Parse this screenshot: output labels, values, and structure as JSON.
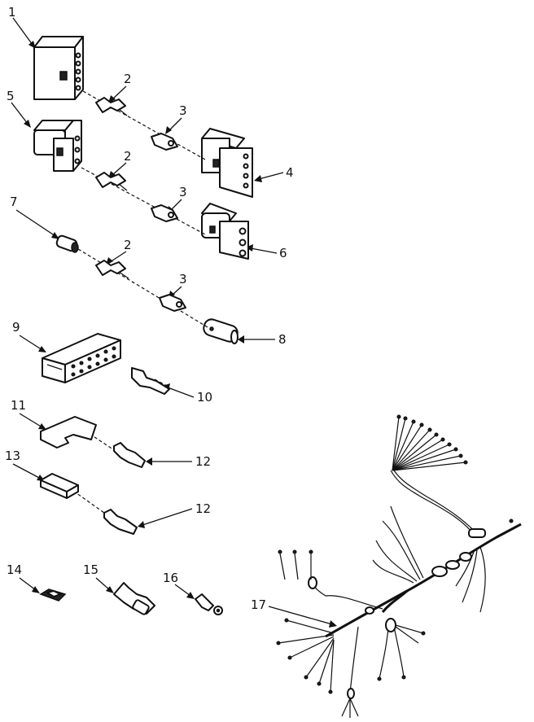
{
  "diagram": {
    "callouts": [
      {
        "id": "c1",
        "text": "1"
      },
      {
        "id": "c2a",
        "text": "2"
      },
      {
        "id": "c3a",
        "text": "3"
      },
      {
        "id": "c5",
        "text": "5"
      },
      {
        "id": "c2b",
        "text": "2"
      },
      {
        "id": "c4",
        "text": "4"
      },
      {
        "id": "c3b",
        "text": "3"
      },
      {
        "id": "c7",
        "text": "7"
      },
      {
        "id": "c6",
        "text": "6"
      },
      {
        "id": "c2c",
        "text": "2"
      },
      {
        "id": "c3c",
        "text": "3"
      },
      {
        "id": "c9",
        "text": "9"
      },
      {
        "id": "c8",
        "text": "8"
      },
      {
        "id": "c10",
        "text": "10"
      },
      {
        "id": "c11",
        "text": "11"
      },
      {
        "id": "c12a",
        "text": "12"
      },
      {
        "id": "c13",
        "text": "13"
      },
      {
        "id": "c12b",
        "text": "12"
      },
      {
        "id": "c14",
        "text": "14"
      },
      {
        "id": "c15",
        "text": "15"
      },
      {
        "id": "c16",
        "text": "16"
      },
      {
        "id": "c17",
        "text": "17"
      }
    ]
  }
}
